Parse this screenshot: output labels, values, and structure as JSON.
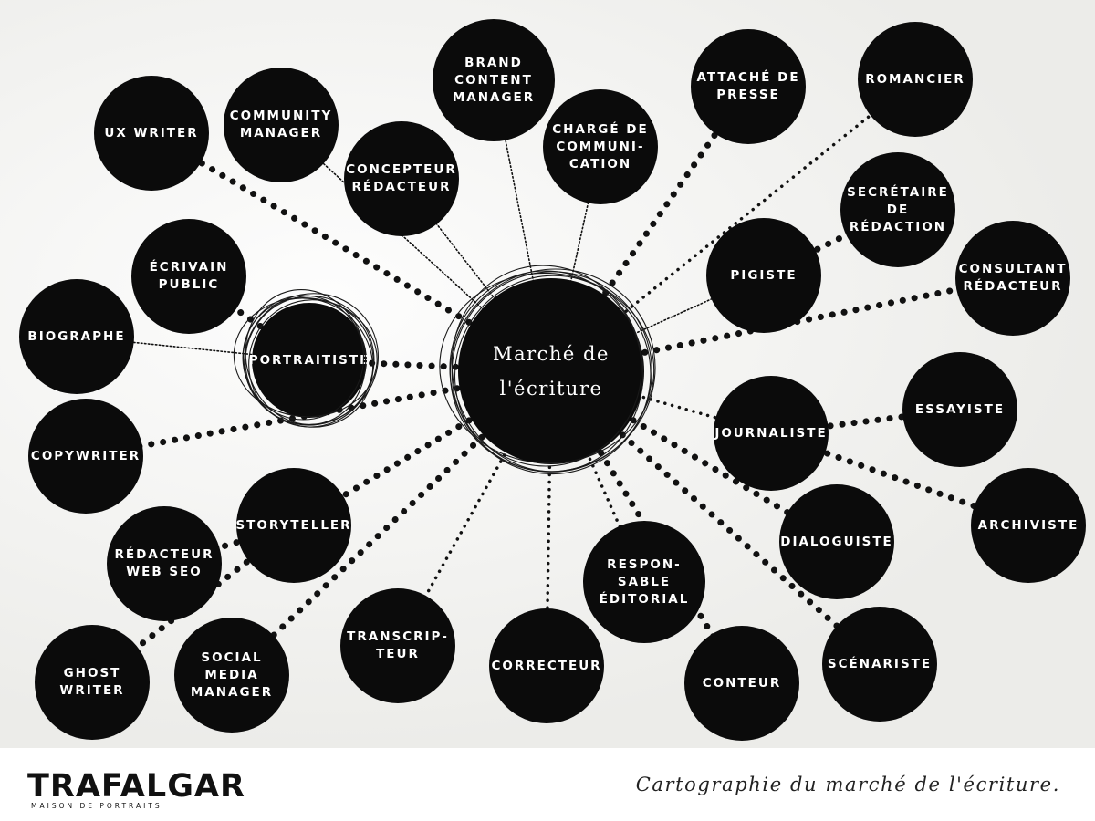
{
  "diagram": {
    "center": {
      "label": "Marché de\nl'écriture"
    },
    "nodes": [
      {
        "id": "ux-writer",
        "label": "UX WRITER"
      },
      {
        "id": "community-manager",
        "label": "COMMUNITY\nMANAGER"
      },
      {
        "id": "brand-content-manager",
        "label": "BRAND\nCONTENT\nMANAGER"
      },
      {
        "id": "concepteur-redacteur",
        "label": "CONCEPTEUR\nRÉDACTEUR"
      },
      {
        "id": "charge-de-communication",
        "label": "CHARGÉ DE\nCOMMUNI-\nCATION"
      },
      {
        "id": "attache-de-presse",
        "label": "ATTACHÉ DE\nPRESSE"
      },
      {
        "id": "romancier",
        "label": "ROMANCIER"
      },
      {
        "id": "secretaire-de-redaction",
        "label": "SECRÉTAIRE\nDE\nRÉDACTION"
      },
      {
        "id": "pigiste",
        "label": "PIGISTE"
      },
      {
        "id": "consultant-redacteur",
        "label": "CONSULTANT\nRÉDACTEUR"
      },
      {
        "id": "ecrivain-public",
        "label": "ÉCRIVAIN\nPUBLIC"
      },
      {
        "id": "biographe",
        "label": "BIOGRAPHE"
      },
      {
        "id": "portraitiste",
        "label": "PORTRAITISTE"
      },
      {
        "id": "copywriter",
        "label": "COPYWRITER"
      },
      {
        "id": "essayiste",
        "label": "ESSAYISTE"
      },
      {
        "id": "journaliste",
        "label": "JOURNALISTE"
      },
      {
        "id": "archiviste",
        "label": "ARCHIVISTE"
      },
      {
        "id": "dialoguiste",
        "label": "DIALOGUISTE"
      },
      {
        "id": "storyteller",
        "label": "STORYTELLER"
      },
      {
        "id": "redacteur-web-seo",
        "label": "RÉDACTEUR\nWEB SEO"
      },
      {
        "id": "responsable-editorial",
        "label": "RESPON-\nSABLE\nÉDITORIAL"
      },
      {
        "id": "transcripteur",
        "label": "TRANSCRIP-\nTEUR"
      },
      {
        "id": "correcteur",
        "label": "CORRECTEUR"
      },
      {
        "id": "ghost-writer",
        "label": "GHOST\nWRITER"
      },
      {
        "id": "social-media-manager",
        "label": "SOCIAL\nMEDIA\nMANAGER"
      },
      {
        "id": "conteur",
        "label": "CONTEUR"
      },
      {
        "id": "scenariste",
        "label": "SCÉNARISTE"
      }
    ],
    "links": [
      {
        "from": "center",
        "to": "ux-writer",
        "style": "big-dots"
      },
      {
        "from": "center",
        "to": "community-manager",
        "style": "fine"
      },
      {
        "from": "center",
        "to": "concepteur-redacteur",
        "style": "fine"
      },
      {
        "from": "center",
        "to": "brand-content-manager",
        "style": "fine"
      },
      {
        "from": "center",
        "to": "charge-de-communication",
        "style": "fine"
      },
      {
        "from": "center",
        "to": "attache-de-presse",
        "style": "big-dots"
      },
      {
        "from": "center",
        "to": "romancier",
        "style": "small-dots"
      },
      {
        "from": "center",
        "to": "pigiste",
        "style": "fine"
      },
      {
        "from": "pigiste",
        "to": "secretaire-de-redaction",
        "style": "big-dots"
      },
      {
        "from": "center",
        "to": "consultant-redacteur",
        "style": "big-dots"
      },
      {
        "from": "center",
        "to": "portraitiste",
        "style": "big-dots"
      },
      {
        "from": "portraitiste",
        "to": "ecrivain-public",
        "style": "big-dots"
      },
      {
        "from": "portraitiste",
        "to": "biographe",
        "style": "fine"
      },
      {
        "from": "center",
        "to": "copywriter",
        "style": "big-dots"
      },
      {
        "from": "center",
        "to": "journaliste",
        "style": "small-dots"
      },
      {
        "from": "journaliste",
        "to": "essayiste",
        "style": "big-dots"
      },
      {
        "from": "journaliste",
        "to": "archiviste",
        "style": "big-dots"
      },
      {
        "from": "center",
        "to": "dialoguiste",
        "style": "big-dots"
      },
      {
        "from": "center",
        "to": "storyteller",
        "style": "big-dots"
      },
      {
        "from": "storyteller",
        "to": "redacteur-web-seo",
        "style": "big-dots"
      },
      {
        "from": "storyteller",
        "to": "ghost-writer",
        "style": "big-dots"
      },
      {
        "from": "center",
        "to": "social-media-manager",
        "style": "big-dots"
      },
      {
        "from": "center",
        "to": "transcripteur",
        "style": "small-dots"
      },
      {
        "from": "center",
        "to": "correcteur",
        "style": "small-dots"
      },
      {
        "from": "center",
        "to": "responsable-editorial",
        "style": "small-dots"
      },
      {
        "from": "center",
        "to": "conteur",
        "style": "big-dots"
      },
      {
        "from": "center",
        "to": "scenariste",
        "style": "big-dots"
      }
    ]
  },
  "footer": {
    "logo_name": "TRAFALGAR",
    "logo_tagline": "MAISON DE PORTRAITS",
    "caption": "Cartographie du marché de l'écriture."
  },
  "colors": {
    "node_fill": "#0b0b0b",
    "node_text": "#ffffff",
    "background": "#eeeeeb"
  }
}
